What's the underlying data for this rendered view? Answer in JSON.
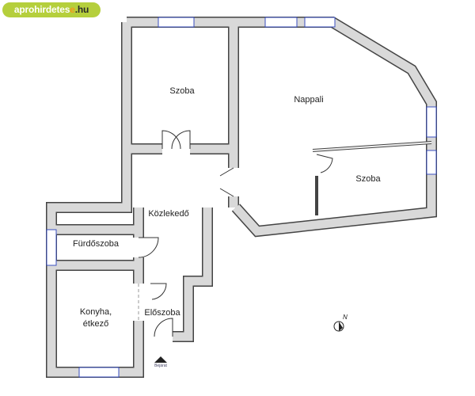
{
  "logo": {
    "part1": "aprohirdetes",
    "part2": "e",
    "part3": ".hu"
  },
  "rooms": {
    "szoba1": "Szoba",
    "nappali": "Nappali",
    "szoba2": "Szoba",
    "kozlekedo": "Közlekedő",
    "furdoszoba": "Fürdőszoba",
    "konyha_line1": "Konyha,",
    "konyha_line2": "étkező",
    "eloszoba": "Előszoba"
  },
  "entrance_label": "Bejárat",
  "compass_label": "N",
  "colors": {
    "wall_fill": "#d9d9d9",
    "wall_edge": "#444444",
    "window": "#3a4fc0",
    "logo_bg": "#b5cf3c",
    "logo_accent": "#f39a1e"
  }
}
